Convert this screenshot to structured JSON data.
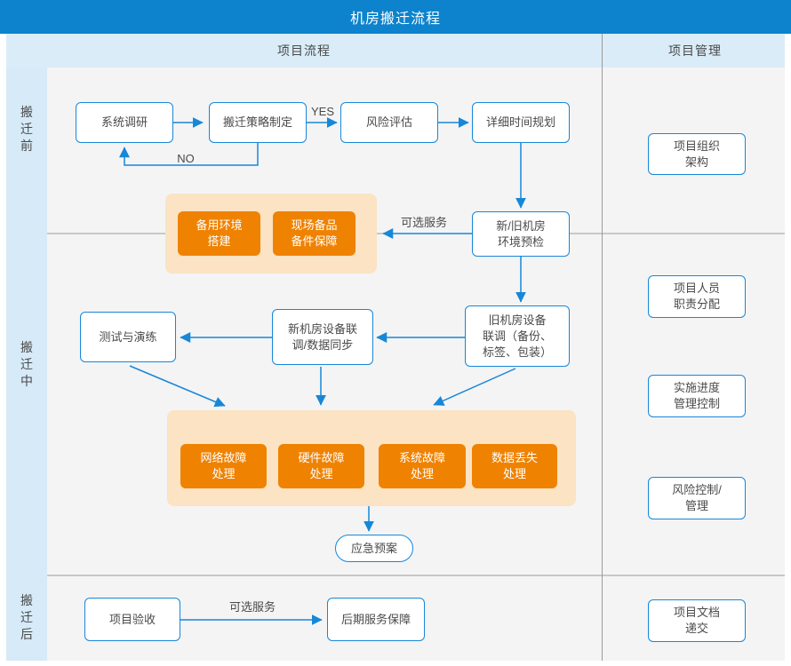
{
  "title": "机房搬迁流程",
  "columns": {
    "process": "项目流程",
    "management": "项目管理"
  },
  "phases": [
    {
      "label": "搬迁前"
    },
    {
      "label": "搬迁中"
    },
    {
      "label": "搬迁后"
    }
  ],
  "nodes": {
    "system_research": "系统调研",
    "strategy_making": "搬迁策略制定",
    "risk_assessment": "风险评估",
    "time_planning": "详细时间规划",
    "backup_environment": "备用环境\n搭建",
    "spare_parts": "现场备品\n备件保障",
    "environment_precheck": "新/旧机房\n环境预检",
    "old_room_debug": "旧机房设备\n联调（备份、\n标签、包装）",
    "new_room_debug": "新机房设备联\n调/数据同步",
    "test_drill": "测试与演练",
    "network_fault": "网络故障\n处理",
    "hardware_fault": "硬件故障\n处理",
    "system_fault": "系统故障\n处理",
    "data_loss": "数据丢失\n处理",
    "emergency_plan": "应急预案",
    "project_acceptance": "项目验收",
    "after_service": "后期服务保障",
    "mgmt_org_structure": "项目组织\n架构",
    "mgmt_staff_duty": "项目人员\n职责分配",
    "mgmt_progress_control": "实施进度\n管理控制",
    "mgmt_risk_control": "风险控制/\n管理",
    "mgmt_doc_delivery": "项目文档\n递交"
  },
  "edge_labels": {
    "yes": "YES",
    "no": "NO",
    "optional_service_top": "可选服务",
    "optional_service_bottom": "可选服务"
  },
  "colors": {
    "header_blue": "#0c83cc",
    "light_blue": "#daecf8",
    "canvas_gray": "#f4f4f5",
    "flow_blue": "#1787d8",
    "orange": "#ef8200",
    "orange_light": "#fbe3c3",
    "text_dark": "#4a4a4a",
    "divider_gray": "#9b9b9b"
  }
}
